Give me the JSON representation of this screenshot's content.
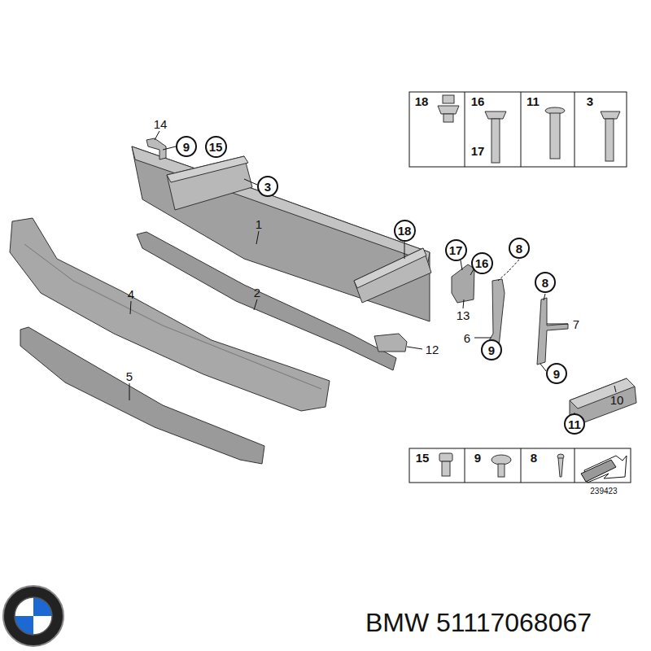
{
  "diagram": {
    "nodes": [
      {
        "text": [
          "9"
        ]
      },
      {
        "text": [
          "15"
        ]
      },
      {
        "text": [
          "3"
        ]
      },
      {
        "text": [
          "18"
        ]
      },
      {
        "text": [
          "17"
        ]
      },
      {
        "text": [
          "16"
        ]
      },
      {
        "text": [
          "8"
        ]
      },
      {
        "text": [
          "8"
        ]
      },
      {
        "text": [
          "9"
        ]
      },
      {
        "text": [
          "9"
        ]
      },
      {
        "text": [
          "11"
        ]
      }
    ],
    "labels": [
      "18",
      "16",
      "17",
      "11",
      "3",
      "14",
      "1",
      "2",
      "4",
      "5",
      "12",
      "13",
      "6",
      "7",
      "10",
      "15",
      "9",
      "8",
      "239423",
      "BMW 51117068067"
    ]
  }
}
